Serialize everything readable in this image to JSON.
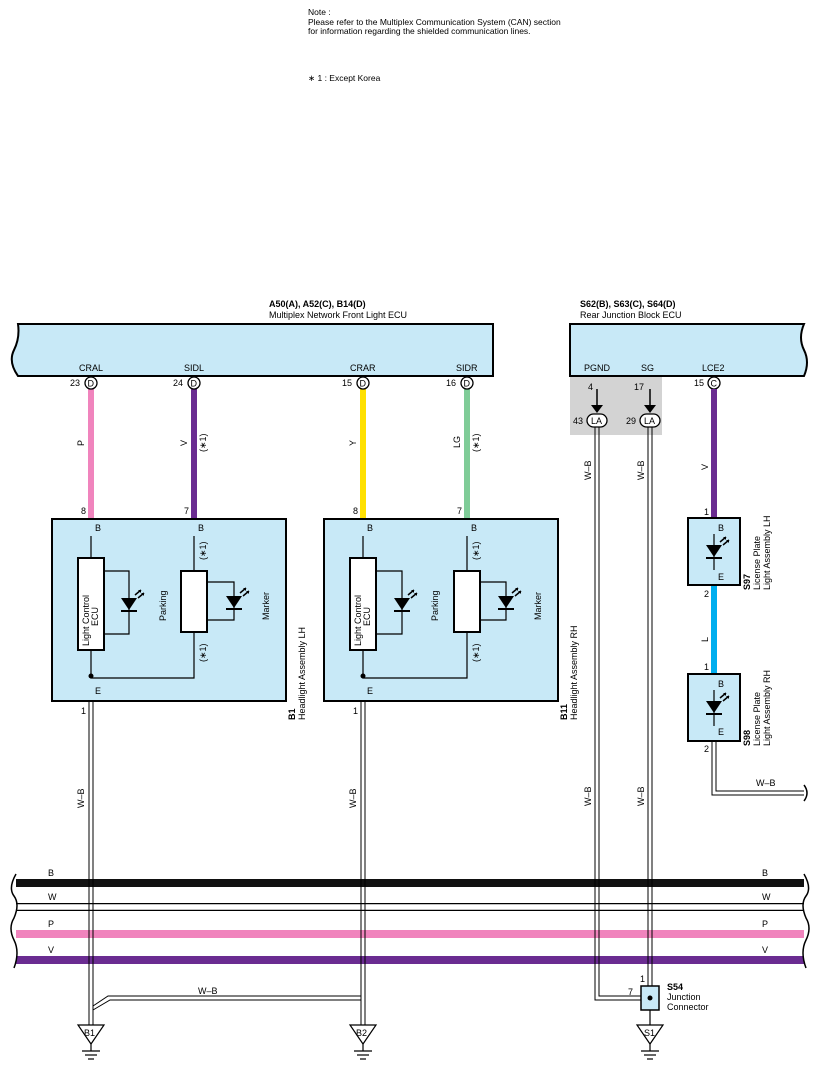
{
  "notes": {
    "title": "Note :",
    "line1": "Please refer to the Multiplex Communication System (CAN) section",
    "line2": "for information regarding the shielded communication lines.",
    "footnote": "∗ 1 : Except Korea"
  },
  "front_ecu": {
    "code": "A50(A), A52(C), B14(D)",
    "name": "Multiplex Network Front Light ECU",
    "terminals": [
      {
        "label": "CRAL",
        "pin": "23",
        "conn": "D",
        "wire": "P",
        "star": "",
        "color": "#f084bd"
      },
      {
        "label": "SIDL",
        "pin": "24",
        "conn": "D",
        "wire": "V",
        "star": "(∗1)",
        "color": "#6a2c91"
      },
      {
        "label": "CRAR",
        "pin": "15",
        "conn": "D",
        "wire": "Y",
        "star": "",
        "color": "#ffe000"
      },
      {
        "label": "SIDR",
        "pin": "16",
        "conn": "D",
        "wire": "LG",
        "star": "(∗1)",
        "color": "#7fcc98"
      }
    ]
  },
  "rear_ecu": {
    "code": "S62(B), S63(C), S64(D)",
    "name": "Rear Junction Block ECU",
    "terminals": [
      {
        "label": "PGND",
        "pin": "4",
        "jpin": "43",
        "jconn": "LA",
        "wire": "W–B"
      },
      {
        "label": "SG",
        "pin": "17",
        "jpin": "29",
        "jconn": "LA",
        "wire": "W–B"
      },
      {
        "label": "LCE2",
        "pin": "15",
        "conn": "C",
        "wire": "V",
        "color": "#6a2c91"
      }
    ]
  },
  "headlight_lh": {
    "code": "B1",
    "name": "Headlight Assembly LH",
    "pin_b1": "8",
    "pin_b2": "7",
    "pin_e": "1",
    "term_b": "B",
    "term_e": "E",
    "star": "(∗1)",
    "ecu_label1": "Light Control",
    "ecu_label2": "ECU",
    "parking": "Parking",
    "marker": "Marker",
    "ground_wire": "W–B"
  },
  "headlight_rh": {
    "code": "B11",
    "name": "Headlight Assembly RH",
    "pin_b1": "8",
    "pin_b2": "7",
    "pin_e": "1",
    "term_b": "B",
    "term_e": "E",
    "star": "(∗1)",
    "ecu_label1": "Light Control",
    "ecu_label2": "ECU",
    "parking": "Parking",
    "marker": "Marker",
    "ground_wire": "W–B"
  },
  "license_lh": {
    "code": "S97",
    "name1": "License Plate",
    "name2": "Light Assembly LH",
    "pin_b": "1",
    "pin_e": "2",
    "term_b": "B",
    "term_e": "E",
    "wire_out": "L"
  },
  "license_rh": {
    "code": "S98",
    "name1": "License Plate",
    "name2": "Light Assembly RH",
    "pin_b": "1",
    "pin_e": "2",
    "term_b": "B",
    "term_e": "E",
    "wire_out": "W–B"
  },
  "bus": [
    {
      "name": "B",
      "color": "#111111",
      "width": 6
    },
    {
      "name": "W",
      "color": "#ffffff",
      "width": 6
    },
    {
      "name": "P",
      "color": "#f084bd",
      "width": 6
    },
    {
      "name": "V",
      "color": "#6a2c91",
      "width": 6
    }
  ],
  "junction": {
    "code": "S54",
    "name1": "Junction",
    "name2": "Connector",
    "pin_top": "1",
    "pin_left": "7"
  },
  "grounds": {
    "g1": "B1",
    "g2": "B2",
    "g3": "S1",
    "link_wire": "W–B"
  }
}
